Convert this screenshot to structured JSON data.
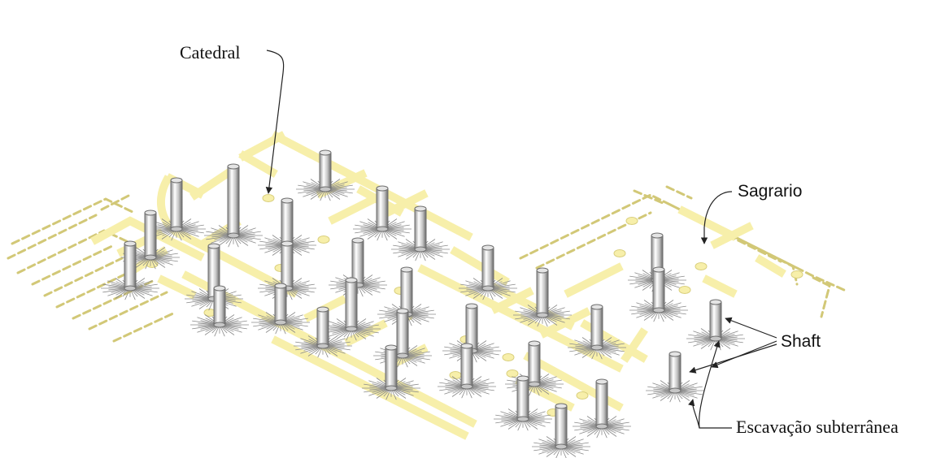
{
  "labels": {
    "catedral": "Catedral",
    "sagrario": "Sagrario",
    "shaft": "Shaft",
    "escavacao": "Escavação  subterrânea"
  },
  "colors": {
    "foundation_fill": "#f7efaa",
    "foundation_stroke": "#d9cf7c",
    "shaft_light": "#ffffff",
    "shaft_mid": "#c6c6c6",
    "shaft_dark": "#6f6f6f",
    "rays": "#8a8a8a",
    "wall_dash": "#d2c877",
    "leader": "#222222"
  },
  "icons": {
    "shaft": "vertical-cylinder-shaft",
    "rays": "radial-starburst",
    "arrow": "arrowhead"
  }
}
